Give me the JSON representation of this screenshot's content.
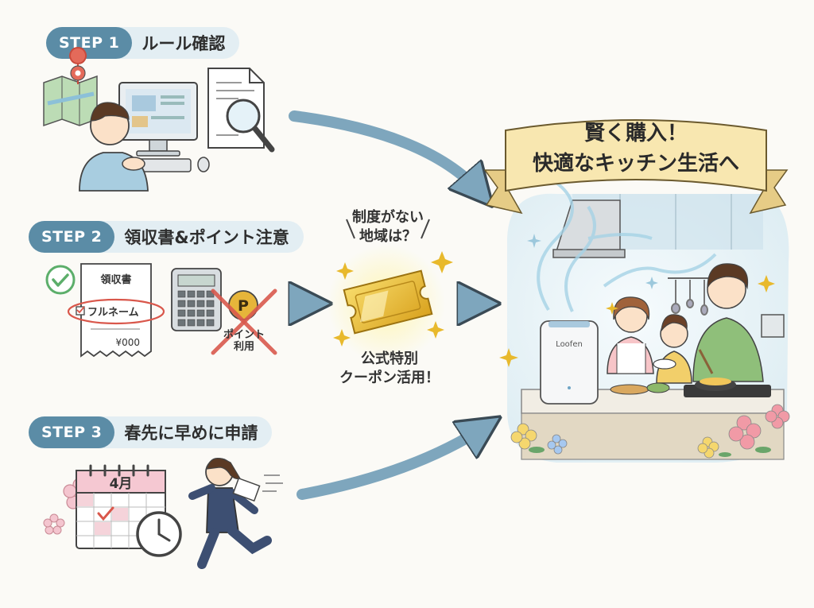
{
  "steps": [
    {
      "badge": "STEP 1",
      "title": "ルール確認"
    },
    {
      "badge": "STEP 2",
      "title": "領収書&ポイント注意"
    },
    {
      "badge": "STEP 3",
      "title": "春先に早めに申請"
    }
  ],
  "step2": {
    "receipt_title": "領収書",
    "receipt_name": "フルネーム",
    "receipt_amount": "¥000",
    "point_label": "ポイント\n利用",
    "point_coin": "P"
  },
  "step3": {
    "calendar_month": "4月"
  },
  "middle": {
    "question": "制度がない\n地域は？",
    "coupon": "公式特別\nクーポン活用！"
  },
  "banner": {
    "line1": "賢く購入！",
    "line2": "快適なキッチン生活へ"
  },
  "appliance": {
    "brand": "Loofen"
  },
  "colors": {
    "step_badge": "#5b8ca6",
    "step_pill": "#e3eef3",
    "arrow": "#7ea6bd",
    "banner": "#f8e7b0",
    "coupon_gold": "#e8b92c",
    "cross_red": "#d95a4e"
  }
}
